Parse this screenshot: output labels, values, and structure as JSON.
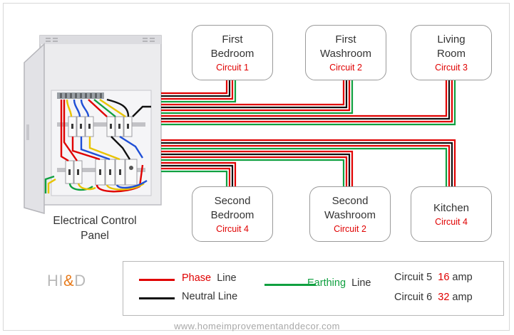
{
  "rooms": [
    {
      "name": "First\nBedroom",
      "circuit": "Circuit 1"
    },
    {
      "name": "First\nWashroom",
      "circuit": "Circuit 2"
    },
    {
      "name": "Living\nRoom",
      "circuit": "Circuit 3"
    },
    {
      "name": "Second\nBedroom",
      "circuit": "Circuit 4"
    },
    {
      "name": "Second\nWashroom",
      "circuit": "Circuit 2"
    },
    {
      "name": "Kitchen",
      "circuit": "Circuit 4"
    }
  ],
  "panel": {
    "caption": "Electrical Control\nPanel"
  },
  "legend": {
    "phase_word": "Phase",
    "phase_suffix": "Line",
    "neutral": "Neutral  Line",
    "earthing_word": "Earthing",
    "earthing_suffix": "Line",
    "circuit5_label": "Circuit 5",
    "circuit5_value": "16",
    "circuit6_label": "Circuit 6",
    "circuit6_value": "32",
    "amp_unit": "amp"
  },
  "brand": {
    "h": "HI",
    "amp": "&",
    "d": "D"
  },
  "footer": {
    "url": "www.homeimprovementanddecor.com"
  },
  "colors": {
    "phase": "#e00000",
    "neutral": "#111111",
    "earthing": "#10a040"
  }
}
